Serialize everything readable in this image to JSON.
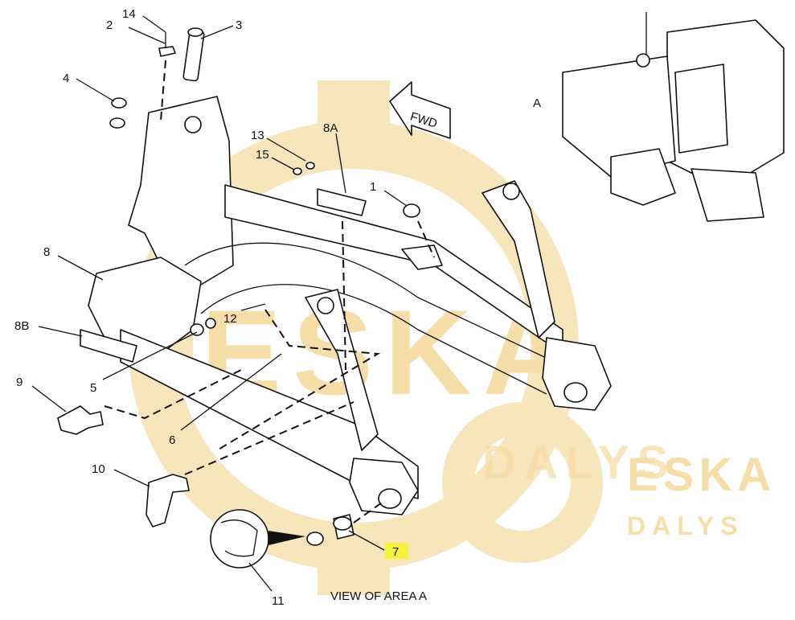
{
  "callouts": {
    "c14": "14",
    "c2": "2",
    "c3": "3",
    "c4": "4",
    "c13": "13",
    "c15": "15",
    "c8A": "8A",
    "c1": "1",
    "c8": "8",
    "c12": "12",
    "c8B": "8B",
    "c9": "9",
    "c5": "5",
    "c6": "6",
    "c10": "10",
    "c7": "7",
    "c11": "11"
  },
  "fwd_label": "FWD",
  "view_letter": "A",
  "view_caption": "VIEW OF AREA A",
  "watermark": {
    "main": "ESKA",
    "sub1": "DALYS",
    "sub2": "ESKA",
    "sub3": "DALYS"
  },
  "colors": {
    "highlight": "#f7f23a",
    "watermark": "#f5dba0",
    "line": "#111111"
  }
}
